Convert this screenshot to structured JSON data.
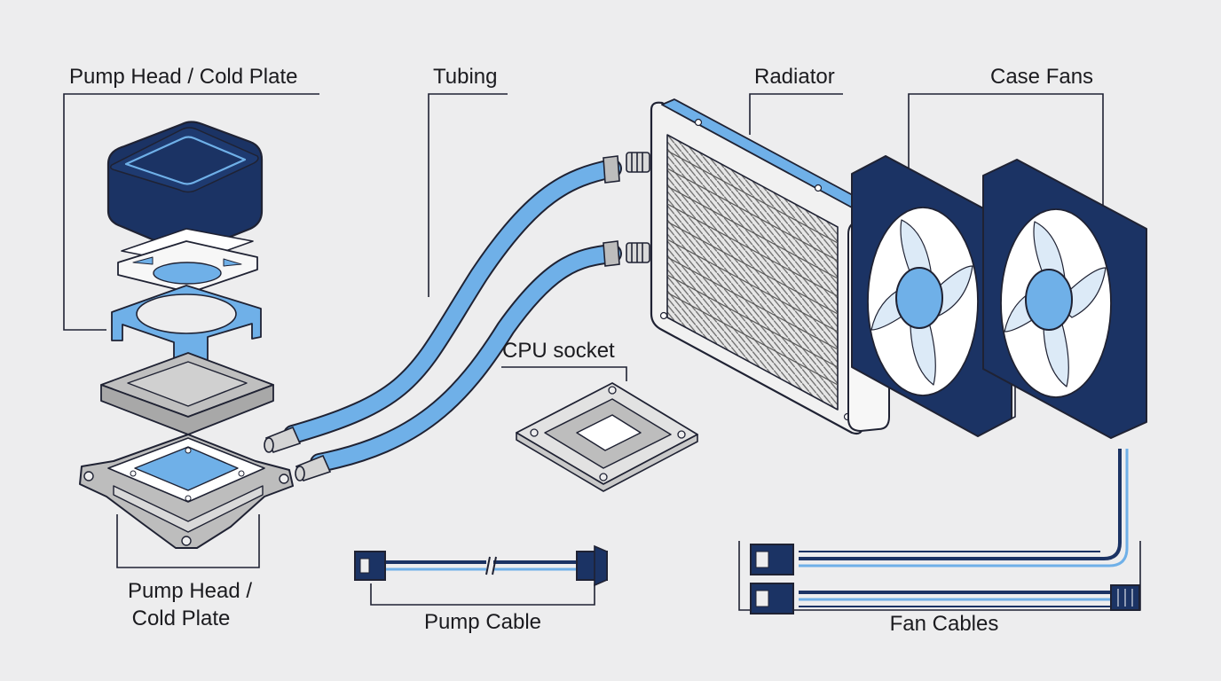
{
  "labels": {
    "pump_head_top": "Pump Head / Cold Plate",
    "tubing": "Tubing",
    "radiator": "Radiator",
    "case_fans": "Case Fans",
    "cpu_socket": "CPU socket",
    "pump_head_bottom_line1": "Pump Head /",
    "pump_head_bottom_line2": "Cold Plate",
    "pump_cable": "Pump Cable",
    "fan_cables": "Fan Cables"
  },
  "colors": {
    "background": "#ededee",
    "outline": "#1f2233",
    "navy": "#1b3364",
    "light_blue": "#6fb0e8",
    "pale_blue": "#a9d0f2",
    "grey": "#c8c8c8",
    "metal": "#d9d9d9",
    "white": "#ffffff"
  }
}
